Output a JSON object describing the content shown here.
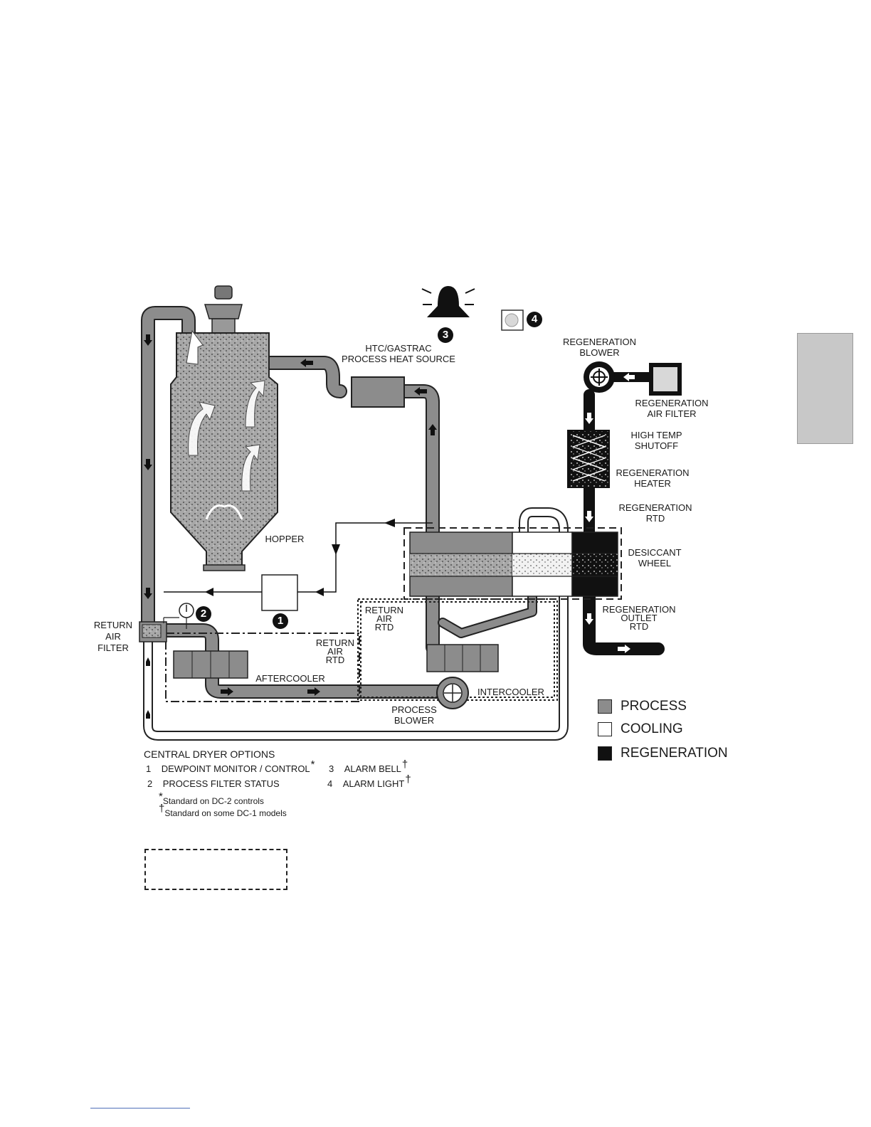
{
  "labels": {
    "regen_blower": "REGENERATION\nBLOWER",
    "htc": "HTC/GASTRAC\nPROCESS HEAT SOURCE",
    "regen_air_filter": "REGENERATION\nAIR FILTER",
    "high_temp": "HIGH TEMP\nSHUTOFF",
    "regen_heater": "REGENERATION\nHEATER",
    "regen_rtd": "REGENERATION\nRTD",
    "desiccant_wheel": "DESICCANT\nWHEEL",
    "hopper": "HOPPER",
    "regen_outlet_rtd": "REGENERATION\nOUTLET\nRTD",
    "return_air_filter": "RETURN\nAIR\nFILTER",
    "return_air_rtd_inner": "RETURN\nAIR\nRTD",
    "return_air_rtd_outer": "RETURN\nAIR\nRTD",
    "aftercooler": "AFTERCOOLER",
    "intercooler": "INTERCOOLER",
    "process_blower": "PROCESS\nBLOWER"
  },
  "markers": {
    "m1": "1",
    "m2": "2",
    "m3": "3",
    "m4": "4"
  },
  "legend": {
    "items": [
      {
        "label": "PROCESS",
        "color": "#8c8c8c"
      },
      {
        "label": "COOLING",
        "color": "#ffffff"
      },
      {
        "label": "REGENERATION",
        "color": "#111111"
      }
    ]
  },
  "options": {
    "title": "CENTRAL DRYER OPTIONS",
    "items": [
      {
        "num": "1",
        "text": "DEWPOINT MONITOR / CONTROL",
        "mark": "*"
      },
      {
        "num": "2",
        "text": "PROCESS FILTER STATUS",
        "mark": ""
      },
      {
        "num": "3",
        "text": "ALARM BELL",
        "mark": "†"
      },
      {
        "num": "4",
        "text": "ALARM LIGHT",
        "mark": "†"
      }
    ],
    "notes": [
      {
        "mark": "*",
        "text": "Standard on DC-2 controls"
      },
      {
        "mark": "†",
        "text": "Standard on some DC-1 models"
      }
    ]
  },
  "colors": {
    "process": "#8c8c8c",
    "cooling": "#ffffff",
    "regeneration": "#111111"
  }
}
